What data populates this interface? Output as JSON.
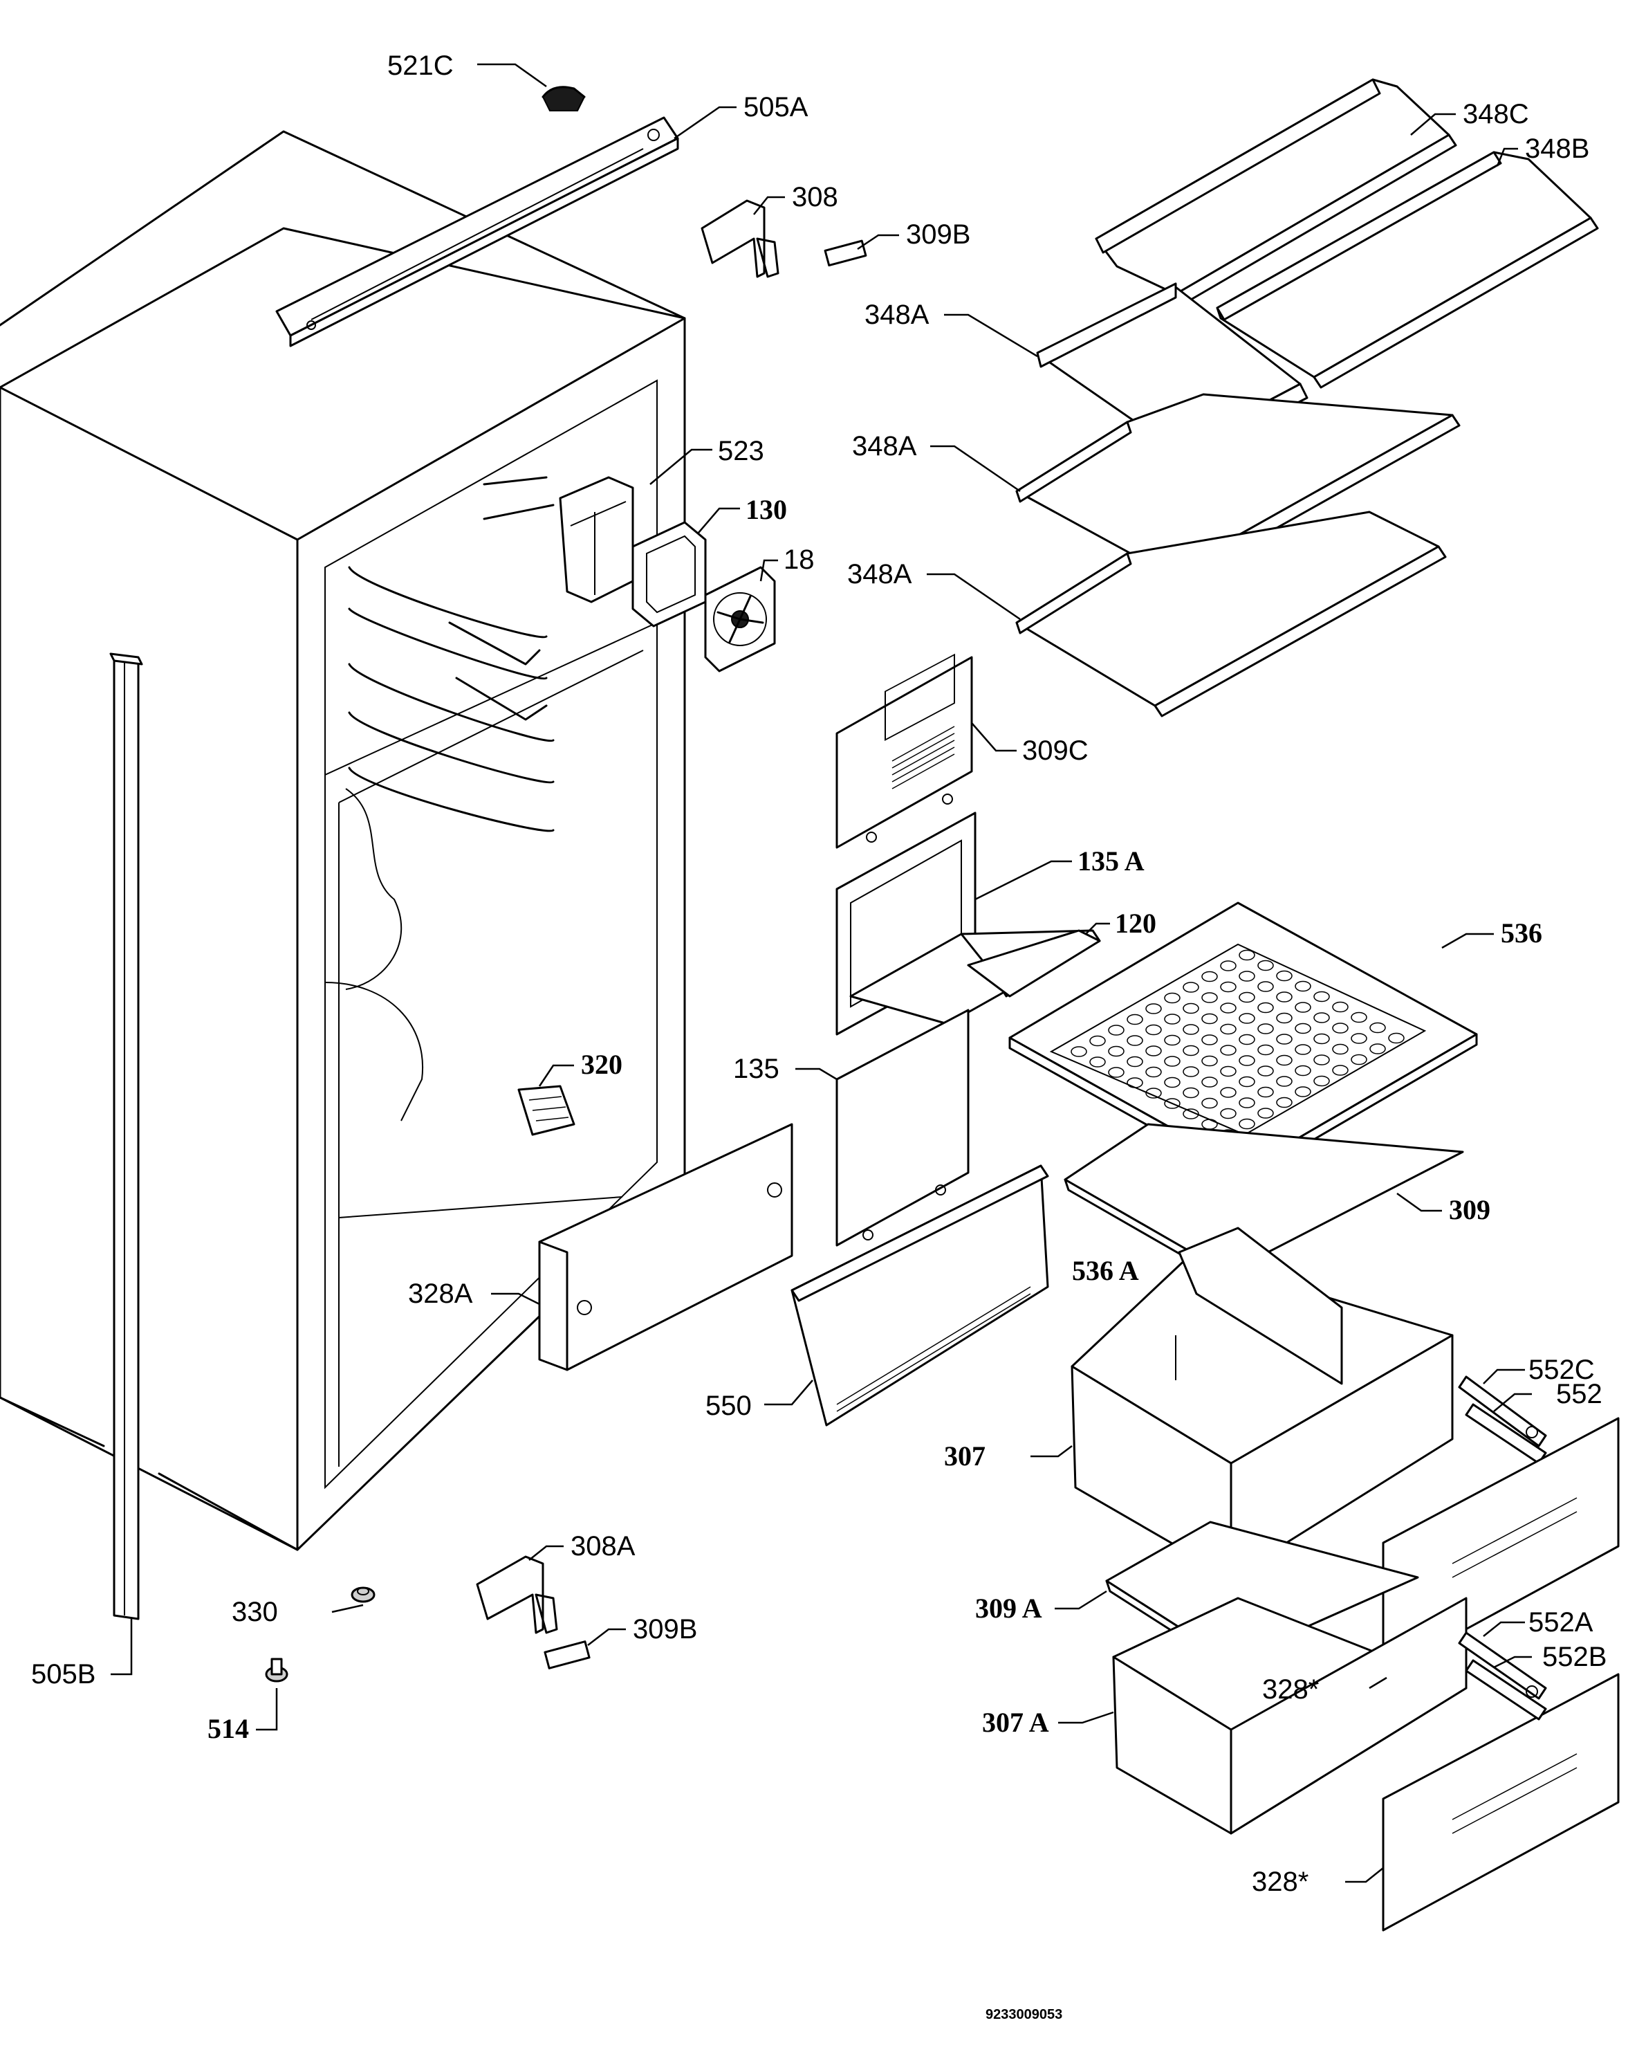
{
  "labels": {
    "521c": "521C",
    "505a": "505A",
    "308": "308",
    "309b_top": "309B",
    "348c": "348C",
    "348b": "348B",
    "348a_1": "348A",
    "348a_2": "348A",
    "348a_3": "348A",
    "523": "523",
    "130": "130",
    "18": "18",
    "309c": "309C",
    "135a": "135 A",
    "120": "120",
    "536": "536",
    "135": "135",
    "320": "320",
    "309": "309",
    "536a": "536 A",
    "328a": "328A",
    "550": "550",
    "552c": "552C",
    "552": "552",
    "307": "307",
    "308a": "308A",
    "330": "330",
    "309b_bottom": "309B",
    "505b": "505B",
    "514": "514",
    "309a": "309 A",
    "552a": "552A",
    "552b": "552B",
    "328star_1": "328*",
    "307a": "307 A",
    "328star_2": "328*"
  },
  "drawing_code": "9233009053"
}
